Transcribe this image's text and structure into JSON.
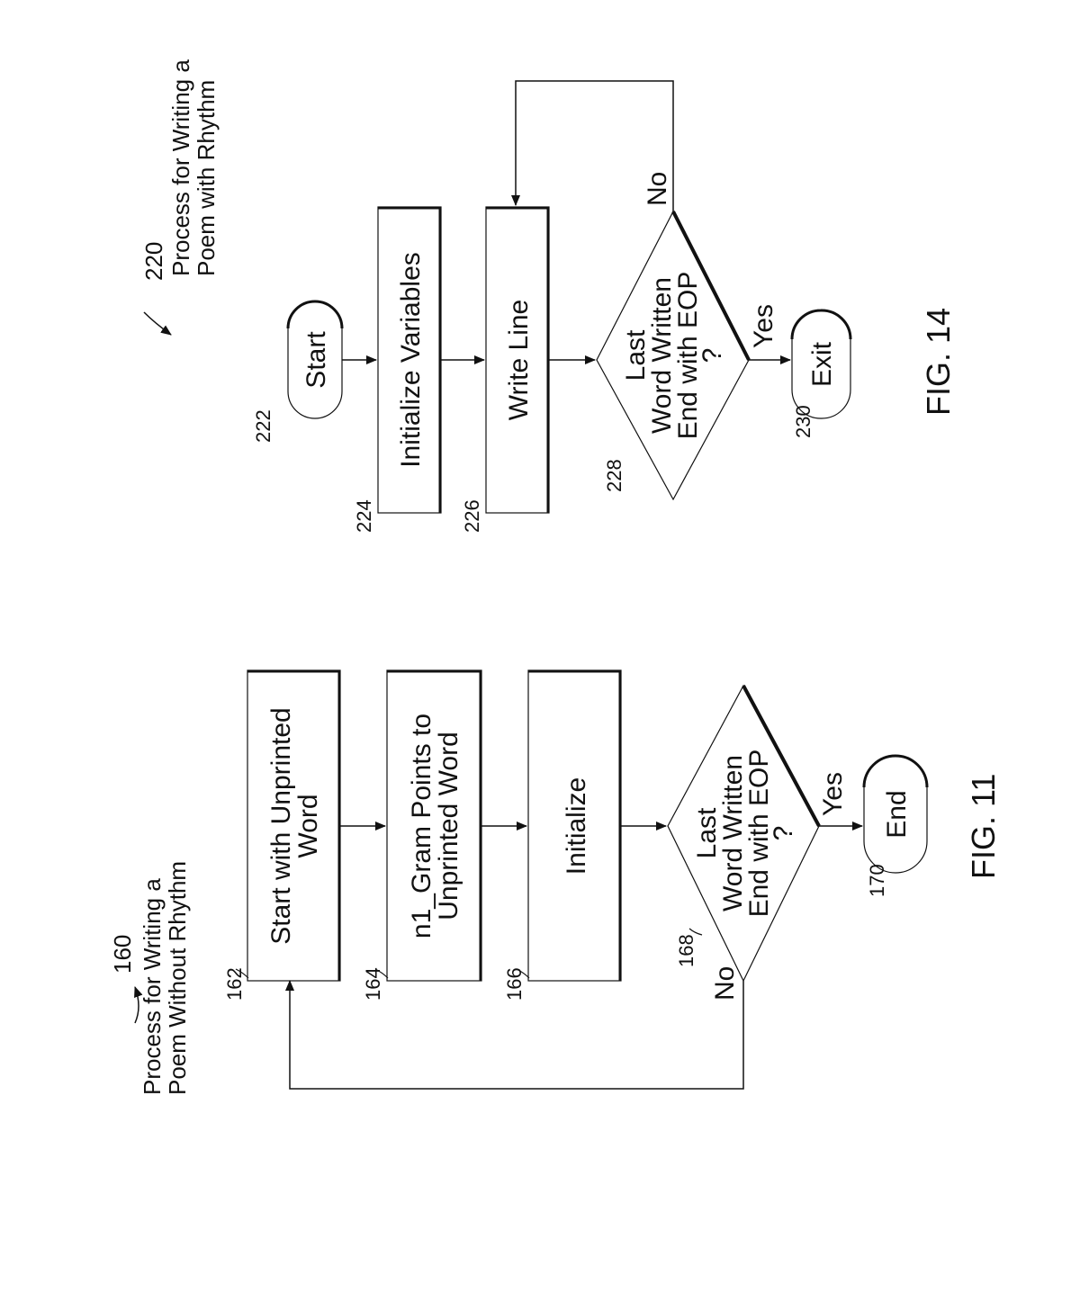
{
  "fig11": {
    "caption": "FIG. 11",
    "ref": "160",
    "title_lines": [
      "Process for Writing a",
      "Poem Without Rhythm"
    ],
    "steps": [
      {
        "ref": "162",
        "lines": [
          "Start with Unprinted",
          "Word"
        ]
      },
      {
        "ref": "164",
        "lines": [
          "n1_Gram Points to",
          "Unprinted Word"
        ]
      },
      {
        "ref": "166",
        "lines": [
          "Initialize"
        ]
      }
    ],
    "decision": {
      "ref": "168",
      "lines": [
        "Last",
        "Word Written",
        "End with EOP",
        "?"
      ],
      "yes": "Yes",
      "no": "No"
    },
    "terminal": {
      "ref": "170",
      "label": "End"
    }
  },
  "fig14": {
    "caption": "FIG. 14",
    "ref": "220",
    "title_lines": [
      "Process for Writing a",
      "Poem with Rhythm"
    ],
    "start": {
      "ref": "222",
      "label": "Start"
    },
    "steps": [
      {
        "ref": "224",
        "lines": [
          "Initialize Variables"
        ]
      },
      {
        "ref": "226",
        "lines": [
          "Write Line"
        ]
      }
    ],
    "decision": {
      "ref": "228",
      "lines": [
        "Last",
        "Word Written",
        "End with EOP",
        "?"
      ],
      "yes": "Yes",
      "no": "No"
    },
    "terminal": {
      "ref": "230",
      "label": "Exit"
    }
  }
}
